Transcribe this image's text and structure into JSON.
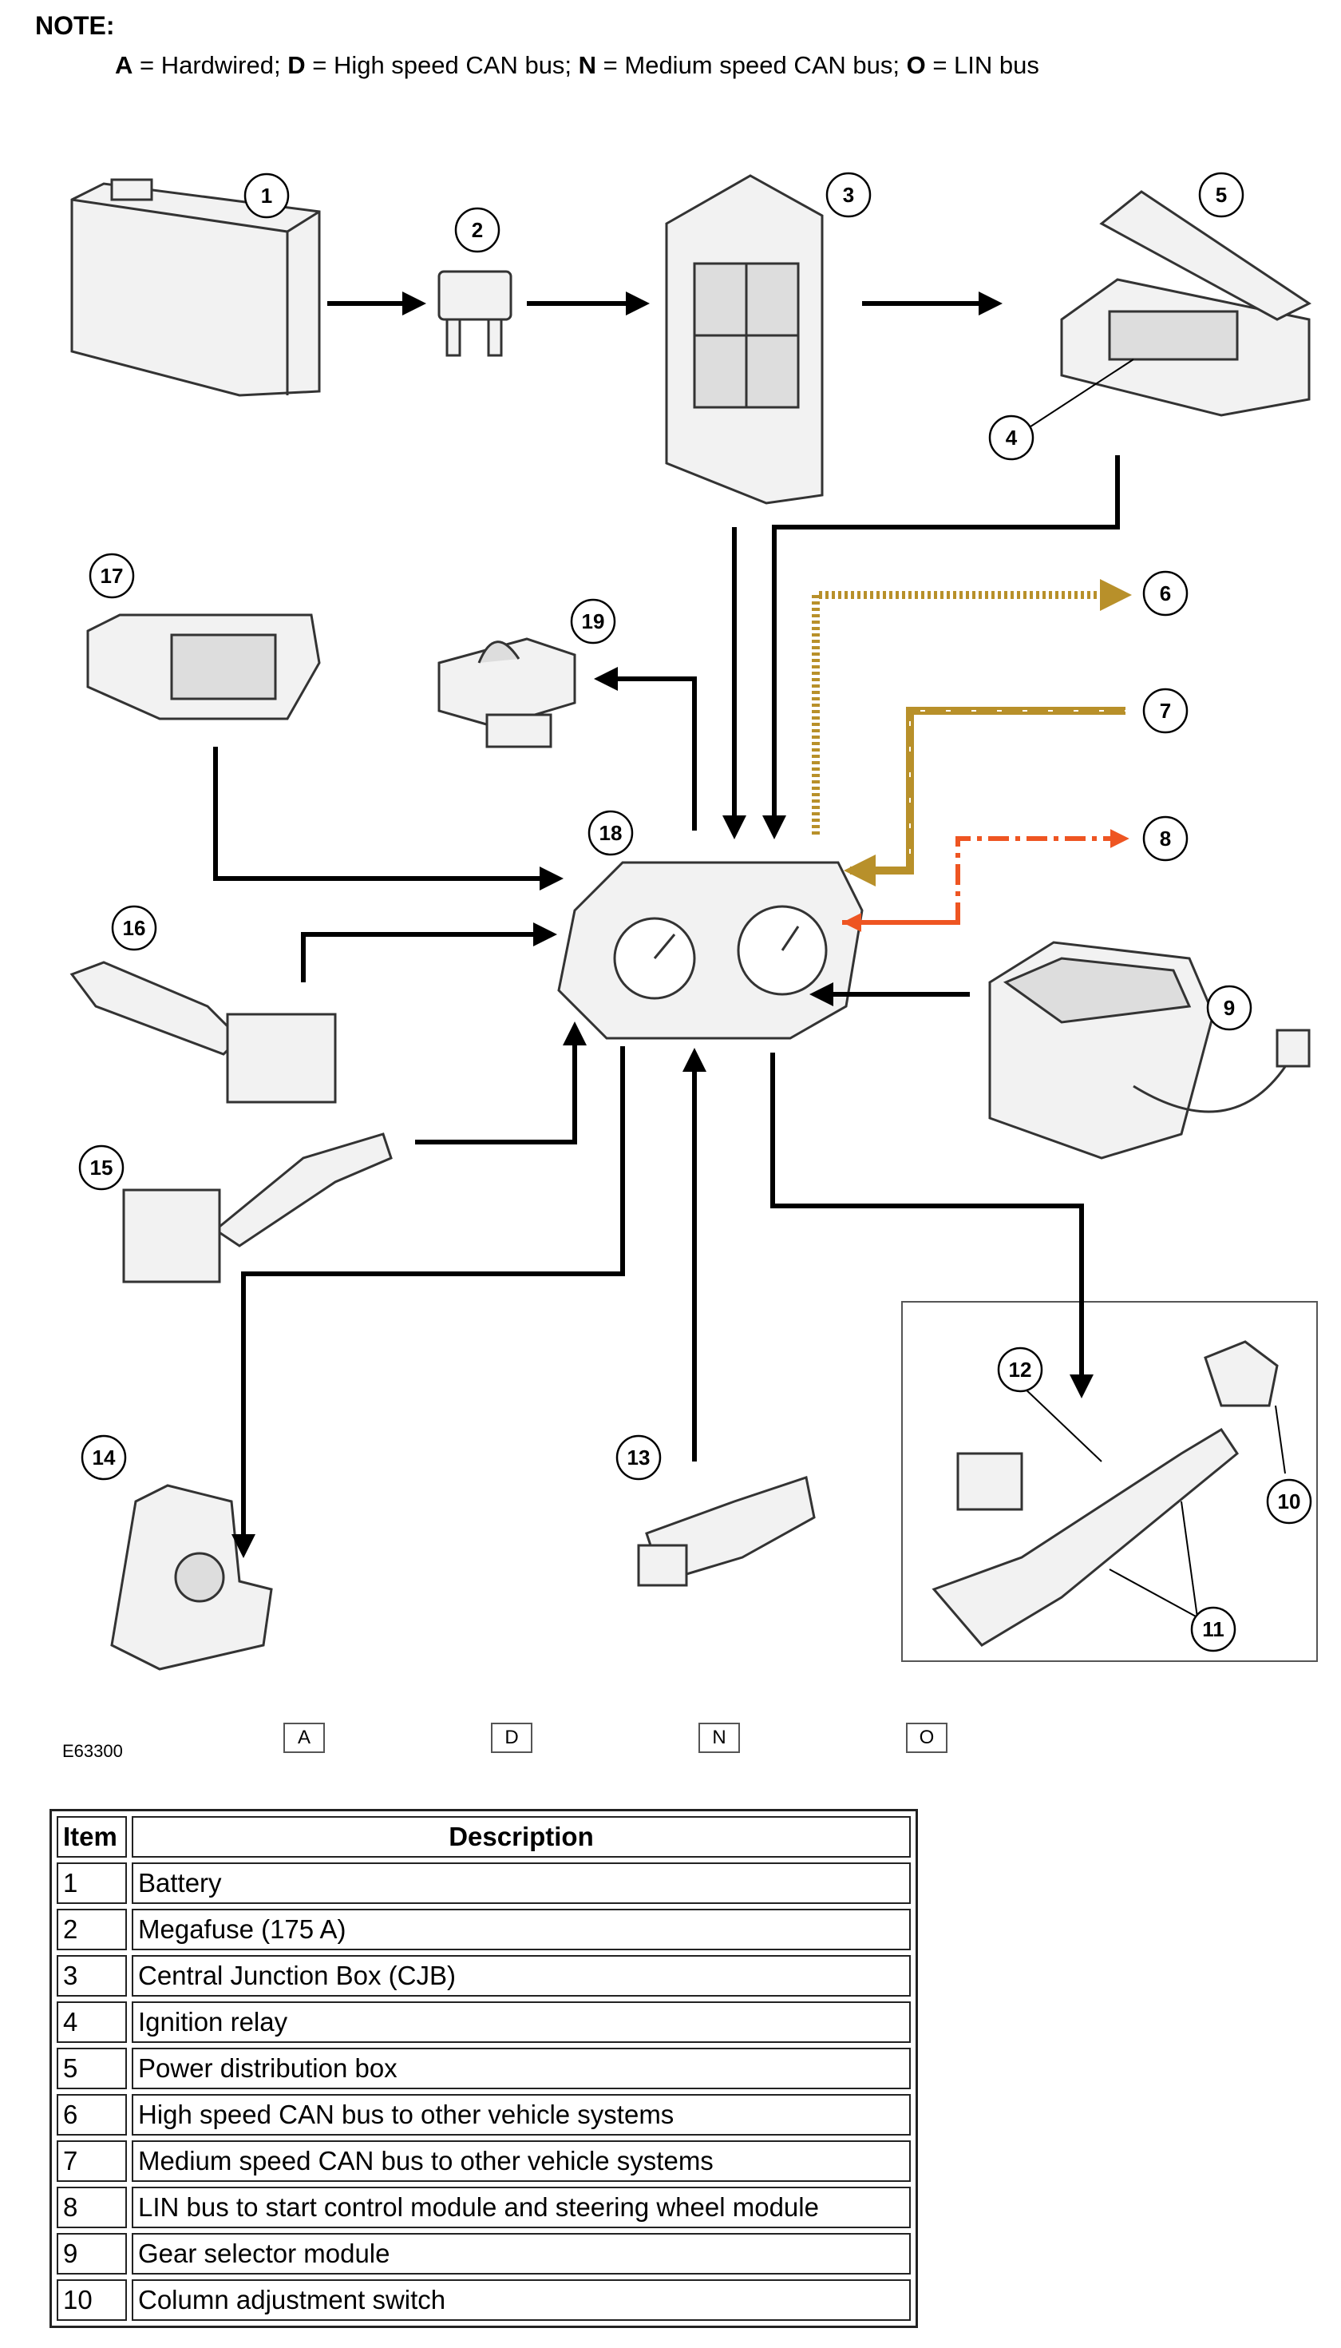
{
  "note": {
    "title": "NOTE:",
    "codes": [
      {
        "code": "A",
        "label": " = Hardwired; "
      },
      {
        "code": "D",
        "label": " = High speed CAN bus; "
      },
      {
        "code": "N",
        "label": " = Medium speed CAN bus; "
      },
      {
        "code": "O",
        "label": " = LIN bus"
      }
    ]
  },
  "figure_id": "E63300",
  "callouts": [
    "1",
    "2",
    "3",
    "4",
    "5",
    "6",
    "7",
    "8",
    "9",
    "10",
    "11",
    "12",
    "13",
    "14",
    "15",
    "16",
    "17",
    "18",
    "19"
  ],
  "legend": [
    {
      "code": "A",
      "style": "solid",
      "color": "#000000"
    },
    {
      "code": "D",
      "style": "dotted",
      "color": "#b8902a"
    },
    {
      "code": "N",
      "style": "dashed-white",
      "color": "#b8902a"
    },
    {
      "code": "O",
      "style": "dash-dot",
      "color": "#ee5522"
    }
  ],
  "table": {
    "headers": [
      "Item",
      "Description"
    ],
    "rows": [
      [
        "1",
        "Battery"
      ],
      [
        "2",
        "Megafuse (175 A)"
      ],
      [
        "3",
        "Central Junction Box (CJB)"
      ],
      [
        "4",
        "Ignition relay"
      ],
      [
        "5",
        "Power distribution box"
      ],
      [
        "6",
        "High speed CAN bus to other vehicle systems"
      ],
      [
        "7",
        "Medium speed CAN bus to other vehicle systems"
      ],
      [
        "8",
        "LIN bus to start control module and steering wheel module"
      ],
      [
        "9",
        "Gear selector module"
      ],
      [
        "10",
        "Column adjustment switch"
      ]
    ]
  }
}
